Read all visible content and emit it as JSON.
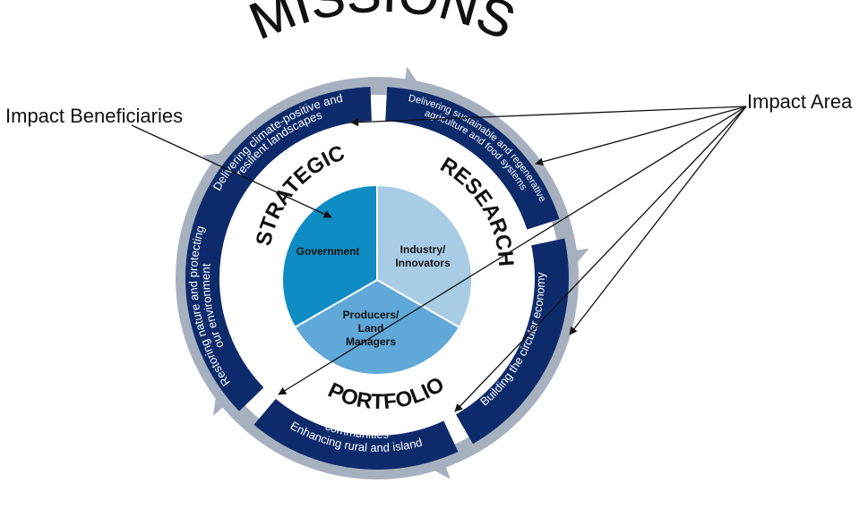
{
  "title": "MISSIONS",
  "ring_words": [
    "STRATEGIC",
    "RESEARCH",
    "PORTFOLIO"
  ],
  "impact_areas": [
    {
      "lines": [
        "Delivering climate-positive and",
        "resilient landscapes"
      ]
    },
    {
      "lines": [
        "Delivering sustainable and regenerative",
        "agriculture and food systems"
      ]
    },
    {
      "lines": [
        "Building the circular economy"
      ]
    },
    {
      "lines": [
        "Enhancing rural and island",
        "communities"
      ]
    },
    {
      "lines": [
        "Restoring nature and protecting",
        "our environment"
      ]
    }
  ],
  "beneficiaries": [
    {
      "lines": [
        "Government"
      ],
      "color": "#0E8CC3"
    },
    {
      "lines": [
        "Industry/",
        "Innovators"
      ],
      "color": "#A9CCE6"
    },
    {
      "lines": [
        "Producers/",
        "Land",
        "Managers"
      ],
      "color": "#5FA8D8"
    }
  ],
  "callouts": {
    "beneficiaries_label": "Impact Beneficiaries",
    "impact_area_label": "Impact Area"
  },
  "colors": {
    "segment_navy": "#0D2A6B",
    "arrow_gray": "#A7B0BF",
    "text_dark": "#111111"
  }
}
